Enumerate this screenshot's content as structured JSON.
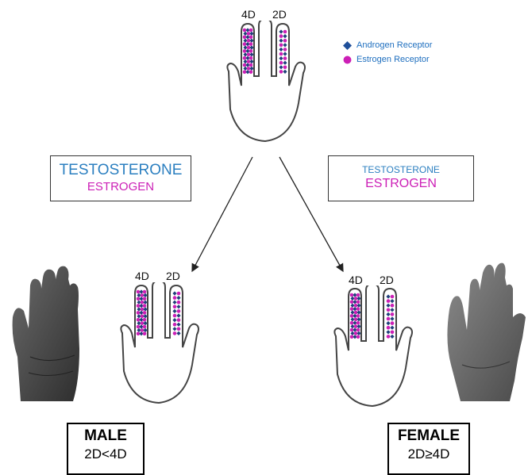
{
  "top_hand": {
    "label_4d": "4D",
    "label_2d": "2D"
  },
  "legend": {
    "androgen": {
      "label": "Androgen Receptor",
      "color": "#1f4f9a"
    },
    "estrogen": {
      "label": "Estrogen Receptor",
      "color": "#cc1fb6"
    }
  },
  "left_box": {
    "testosterone": "TESTOSTERONE",
    "estrogen": "ESTROGEN"
  },
  "right_box": {
    "testosterone": "TESTOSTERONE",
    "estrogen": "ESTROGEN"
  },
  "male_hand": {
    "label_4d": "4D",
    "label_2d": "2D"
  },
  "female_hand": {
    "label_4d": "4D",
    "label_2d": "2D"
  },
  "male": {
    "title": "MALE",
    "ratio": "2D<4D"
  },
  "female": {
    "title": "FEMALE",
    "ratio": "2D≥4D"
  },
  "colors": {
    "testosterone": "#2b7fc0",
    "estrogen": "#cc1fb6",
    "androgen_marker": "#1f3f7a"
  }
}
